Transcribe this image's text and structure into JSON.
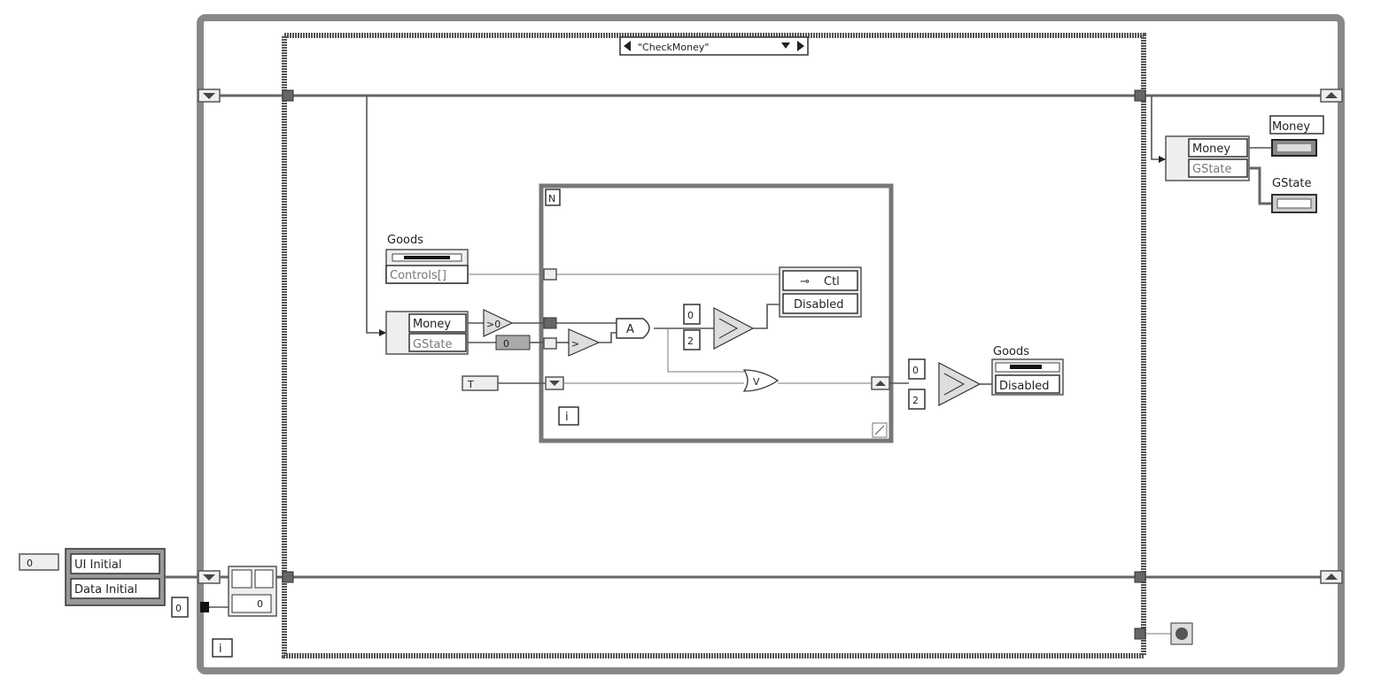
{
  "case_selector": {
    "value": "\"CheckMoney\""
  },
  "goods_array": {
    "label": "Goods",
    "element": "Controls[]"
  },
  "unbundle_inner": {
    "field1": "Money",
    "field2": "GState"
  },
  "unbundle_outer": {
    "field1": "Money",
    "field2": "GState"
  },
  "property_node_inner": {
    "ref": "Ctl",
    "property": "Disabled"
  },
  "property_node_outer": {
    "label": "Goods",
    "property": "Disabled"
  },
  "indicator_money": {
    "label": "Money"
  },
  "indicator_gstate": {
    "label": "GState"
  },
  "constants_inner": {
    "c0": "0",
    "c2": "2"
  },
  "constants_outer": {
    "c0": "0",
    "c2": "2"
  },
  "bool_constant": {
    "value": "T"
  },
  "enum_constant": {
    "value": "0"
  },
  "state_items": [
    "UI Initial",
    "Data Initial"
  ],
  "numeric_const": {
    "value": "0"
  },
  "and_gate": {
    "symbol": "A"
  },
  "or_gate": {
    "symbol": "V"
  },
  "loop_index": {
    "value": "i"
  },
  "for_count": {
    "value": "N"
  }
}
